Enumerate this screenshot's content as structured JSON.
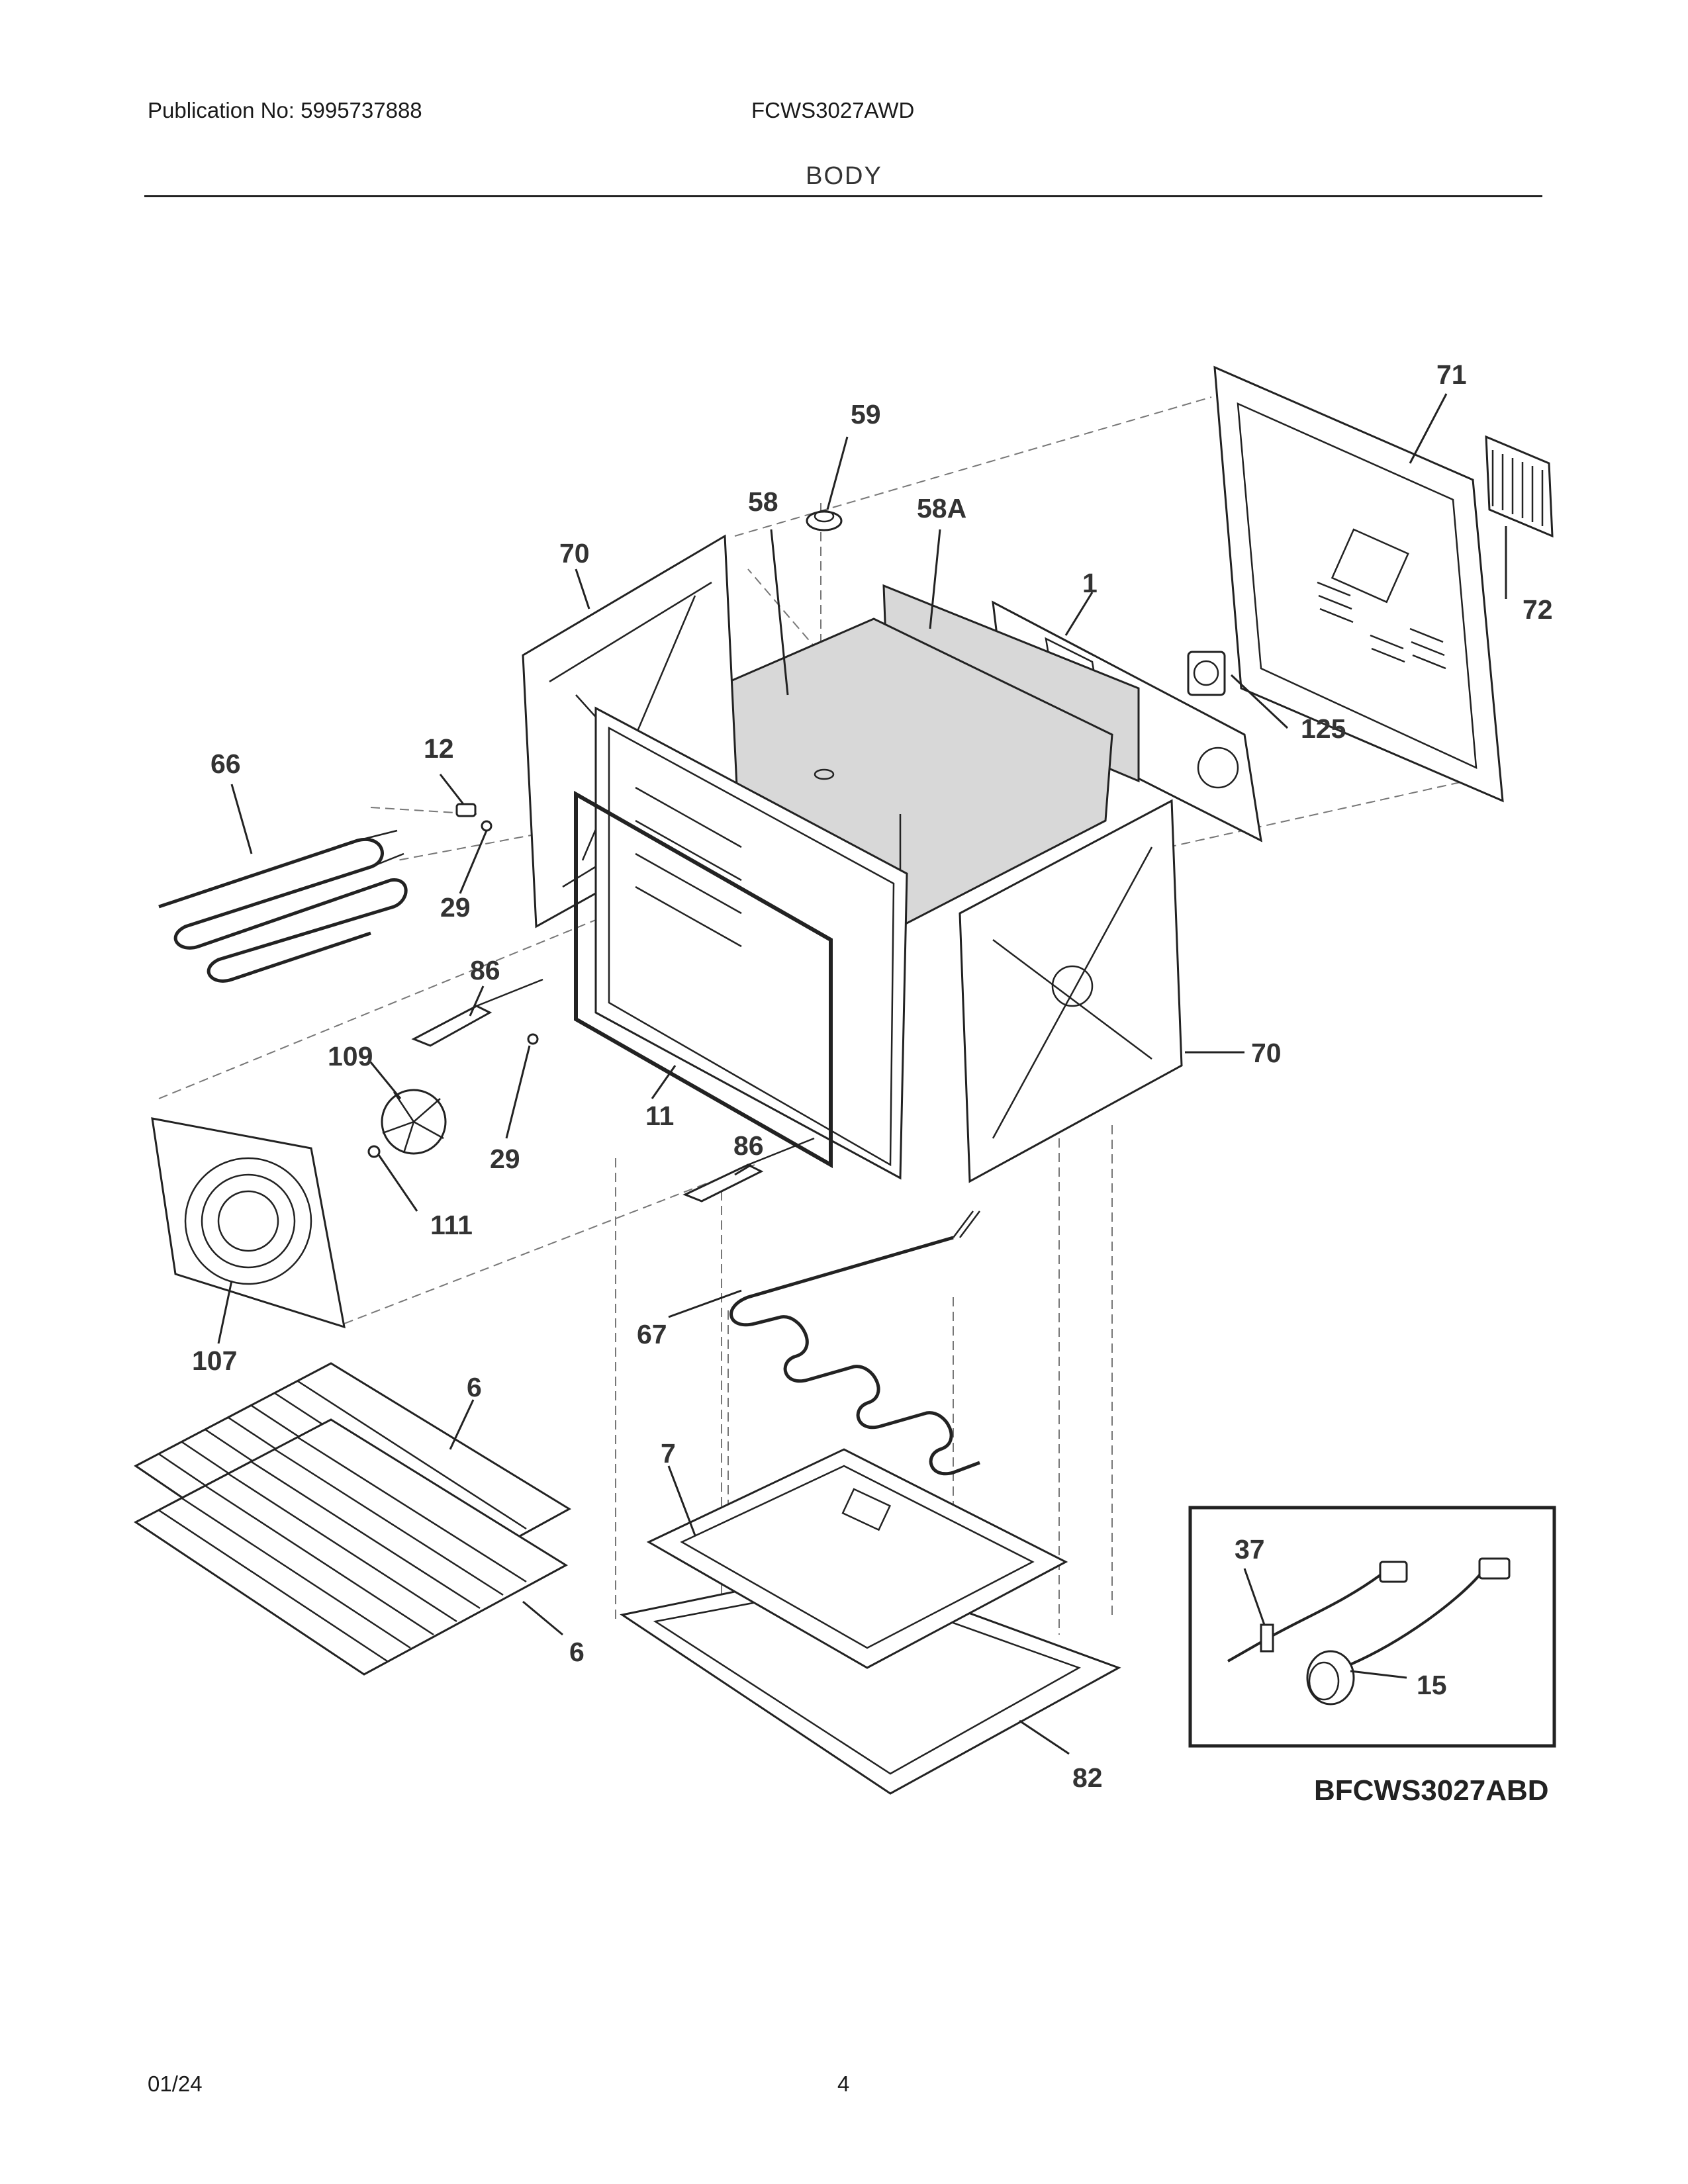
{
  "header": {
    "publication": "Publication No: 5995737888",
    "model": "FCWS3027AWD",
    "section_title": "BODY"
  },
  "footer": {
    "date": "01/24",
    "page": "4"
  },
  "diagram": {
    "code": "BFCWS3027ABD",
    "labels": {
      "p59": "59",
      "p58": "58",
      "p58a": "58A",
      "p71": "71",
      "p72": "72",
      "p70a": "70",
      "p70b": "70",
      "p1": "1",
      "p125": "125",
      "p12": "12",
      "p66": "66",
      "p29a": "29",
      "p29b": "29",
      "p86a": "86",
      "p86b": "86",
      "p109": "109",
      "p11": "11",
      "p111": "111",
      "p107": "107",
      "p67": "67",
      "p6a": "6",
      "p6b": "6",
      "p7": "7",
      "p82": "82",
      "p37": "37",
      "p15": "15"
    }
  }
}
